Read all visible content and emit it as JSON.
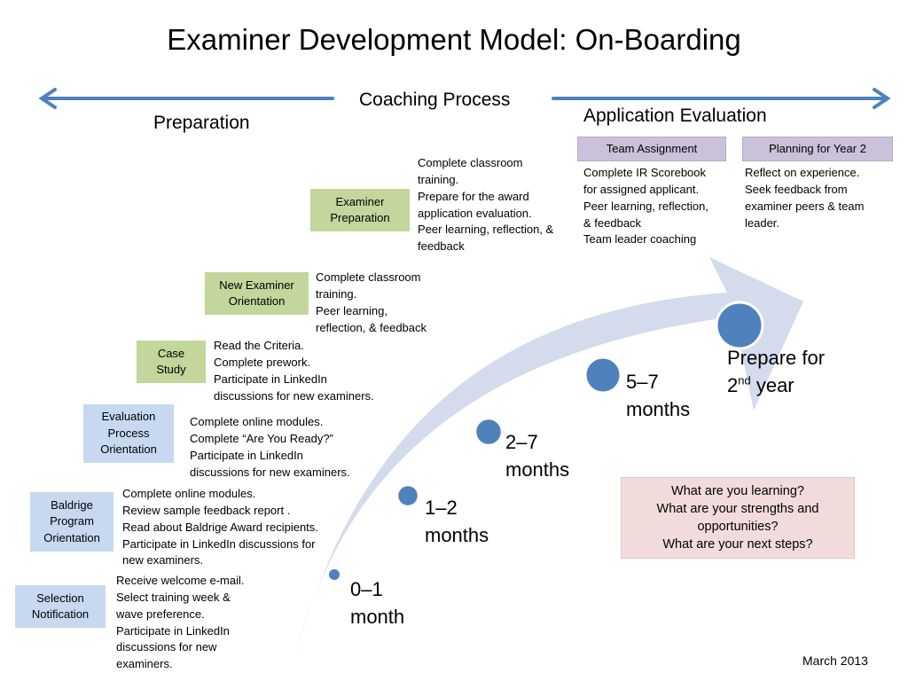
{
  "title": "Examiner Development Model: On-Boarding",
  "header": {
    "coaching_process": "Coaching Process",
    "preparation": "Preparation",
    "application_evaluation": "Application Evaluation"
  },
  "steps": {
    "examiner_preparation": {
      "label": "Examiner\nPreparation",
      "description": "Complete classroom\ntraining.\nPrepare for the award\napplication evaluation.\nPeer learning, reflection, &\nfeedback"
    },
    "new_examiner_orientation": {
      "label": "New Examiner\nOrientation",
      "description": "Complete classroom\ntraining.\nPeer learning,\nreflection, & feedback"
    },
    "case_study": {
      "label": "Case\nStudy",
      "description": "Read the Criteria.\nComplete prework.\nParticipate in LinkedIn\ndiscussions  for new examiners."
    },
    "evaluation_process_orientation": {
      "label": "Evaluation\nProcess\nOrientation",
      "description": "Complete online modules.\nComplete “Are You Ready?”\nParticipate in LinkedIn\ndiscussions for new examiners."
    },
    "baldrige_program_orientation": {
      "label": "Baldrige\nProgram\nOrientation",
      "description": "Complete online modules.\nReview sample feedback report .\nRead about Baldrige Award recipients.\nParticipate in LinkedIn discussions for\nnew examiners."
    },
    "selection_notification": {
      "label": "Selection\nNotification",
      "description": "Receive welcome e-mail.\nSelect training week &\nwave preference.\nParticipate in LinkedIn\ndiscussions for new\nexaminers."
    },
    "team_assignment": {
      "label": "Team Assignment",
      "description": "Complete IR Scorebook\nfor assigned applicant.\nPeer learning, reflection,\n& feedback\nTeam leader coaching"
    },
    "planning_year2": {
      "label": "Planning for Year 2",
      "description": "Reflect on experience.\nSeek feedback from\nexaminer peers & team\nleader."
    }
  },
  "stages": {
    "s1": "0–1\nmonth",
    "s2": "1–2\nmonths",
    "s3": "2–7\nmonths",
    "s4": "5–7\nmonths",
    "s5_line1": "Prepare for",
    "s5_prefix": "2",
    "s5_sup": "nd",
    "s5_suffix": " year"
  },
  "questions": "What are you learning?\nWhat are your strengths and\nopportunities?\nWhat are your next steps?",
  "date": "March 2013",
  "colors": {
    "arrow_blue": "#4f81bd",
    "curve_fill": "#d3dbec",
    "circle_fill": "#4f81bd",
    "green_box": "#c3d69b",
    "blue_box": "#c6d9f1",
    "purple_box": "#ccc1da",
    "pink_box": "#f2dcdb"
  }
}
